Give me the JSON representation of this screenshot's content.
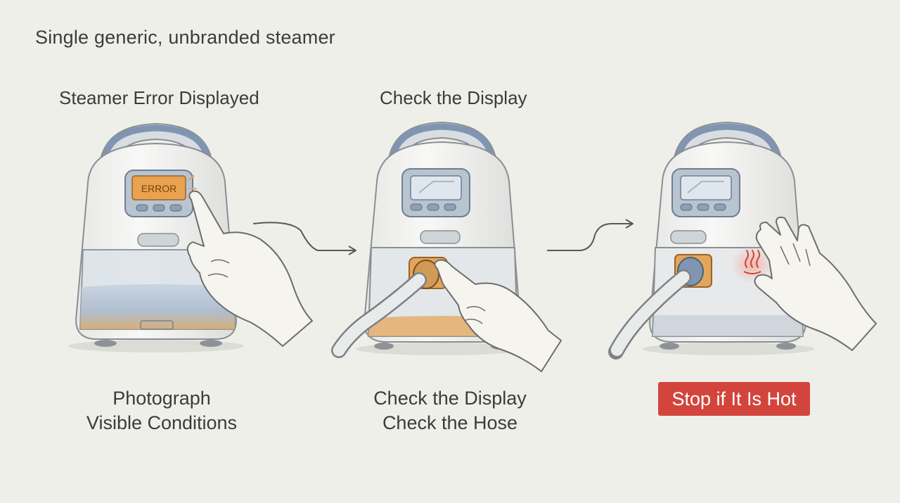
{
  "heading": "Single generic, unbranded steamer",
  "steps": [
    {
      "title": "Steamer Error Displayed",
      "caption_lines": [
        "Photograph",
        "Visible Conditions"
      ],
      "display_text": "ERROR"
    },
    {
      "title": "Check the Display",
      "caption_lines": [
        "Check the Display",
        "Check the Hose"
      ]
    },
    {
      "title": "",
      "warning": "Stop if It Is Hot"
    }
  ],
  "colors": {
    "background": "#efefea",
    "accent_orange": "#e2a55a",
    "accent_blue": "#8aa0bc",
    "warning_red": "#d3453c"
  },
  "icons": [
    "hand-pointer-icon",
    "hand-hose-icon",
    "hand-palm-icon",
    "heat-icon",
    "arrow-right-icon"
  ]
}
